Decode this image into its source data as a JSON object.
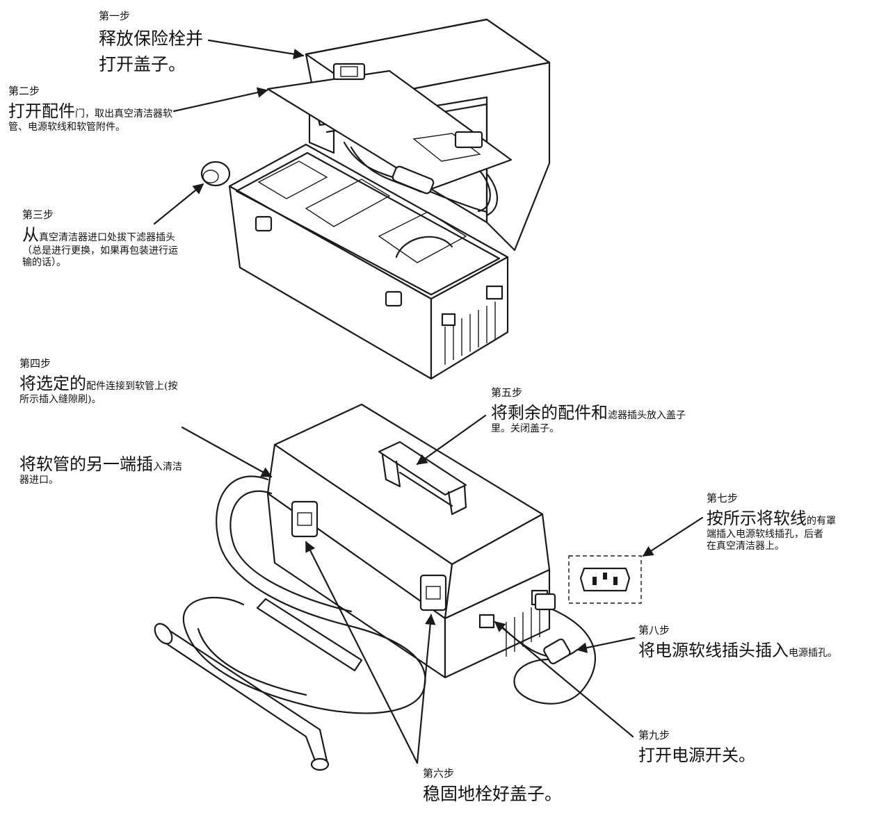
{
  "steps": {
    "s1": {
      "head": "第一步",
      "line1": "释放保险栓并",
      "line2": "打开盖子。"
    },
    "s2": {
      "head": "第二步",
      "big": "打开配件",
      "small": "门，取出真空清洁器软",
      "line2": "管、电源软线和软管附件。"
    },
    "s3": {
      "head": "第三步",
      "big": "从",
      "small": "真空清洁器进口处拔下滤器插头",
      "line2": "（总是进行更换，如果再包装进行运",
      "line3": "输的话）。"
    },
    "s4": {
      "head": "第四步",
      "big": "将选定的",
      "small": "配件连接到软管上(按",
      "line2": "所示插入缝隙刷)。"
    },
    "s4b": {
      "big": "将软管的另一端插",
      "small": "入清洁",
      "line2": "器进口。"
    },
    "s5": {
      "head": "第五步",
      "big": "将剩余的配件和",
      "small": "滤器插头放入盖子",
      "line2": "里。关闭盖子。"
    },
    "s6": {
      "head": "第六步",
      "line1": "稳固地栓好盖子。"
    },
    "s7": {
      "head": "第七步",
      "big": "按所示将软线",
      "small": "的有罩",
      "line2": "端插入电源软线插孔，后者",
      "line3": "在真空清洁器上。"
    },
    "s8": {
      "head": "第八步",
      "big": "将电源软线插头插入",
      "small": "电源插孔。"
    },
    "s9": {
      "head": "第九步",
      "line1": "打开电源开关。"
    }
  },
  "illustration": {
    "top_figure": "open-vacuum-case",
    "bottom_figure": "closed-vacuum-with-hose-and-cord",
    "ink_color": "#1a1a1a",
    "paper_color": "#ffffff"
  }
}
